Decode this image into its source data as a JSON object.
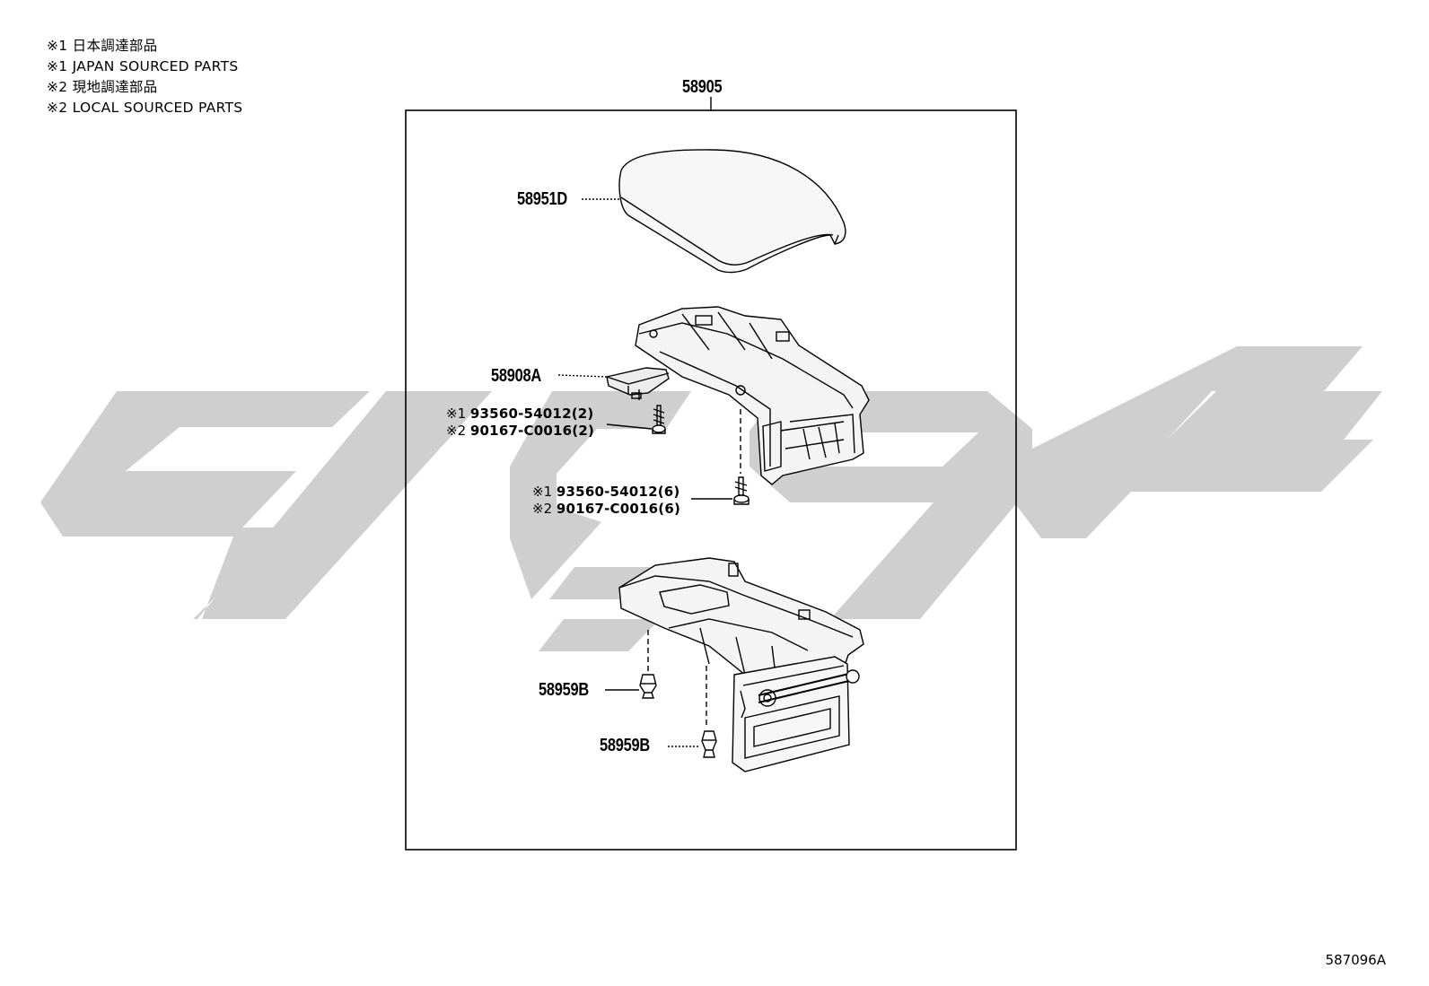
{
  "legend": [
    "※1 日本調達部品",
    "※1 JAPAN SOURCED PARTS",
    "※2 現地調達部品",
    "※2 LOCAL SOURCED PARTS"
  ],
  "assembly": {
    "number": "58905"
  },
  "callouts": {
    "lid_cover": "58951D",
    "lock_latch": "58908A",
    "clip_left": "58959B",
    "clip_right": "58959B"
  },
  "screws_small": {
    "line1_mark": "※1",
    "line1_code": "93560-54012(2)",
    "line2_mark": "※2",
    "line2_code": "90167-C0016(2)"
  },
  "screws_large": {
    "line1_mark": "※1",
    "line1_code": "93560-54012(6)",
    "line2_mark": "※2",
    "line2_code": "90167-C0016(6)"
  },
  "figure_ref": "587096A",
  "colors": {
    "watermark": "#cfcfcf",
    "line": "#000000",
    "part_fill": "#f4f4f4"
  }
}
